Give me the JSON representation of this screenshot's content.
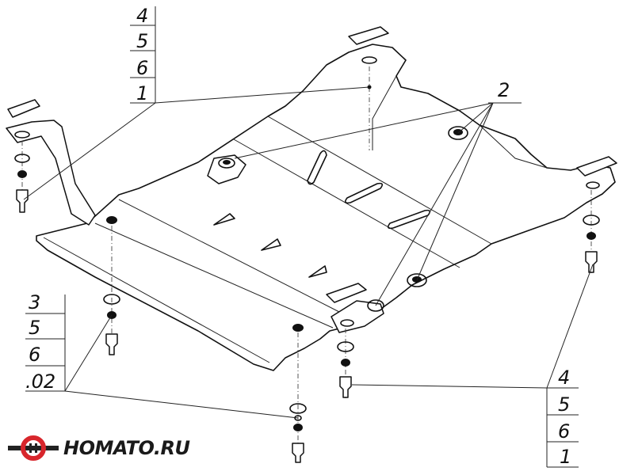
{
  "callouts": {
    "top_left": [
      "4",
      "5",
      "6",
      "1"
    ],
    "bottom_left": [
      "3",
      "5",
      "6",
      ".02"
    ],
    "right": [
      "4",
      "5",
      "6",
      "1"
    ],
    "center": "2"
  },
  "logo": {
    "text": "HOMATO.RU",
    "colors": {
      "ring": "#d8262c",
      "bar": "#222222"
    }
  }
}
